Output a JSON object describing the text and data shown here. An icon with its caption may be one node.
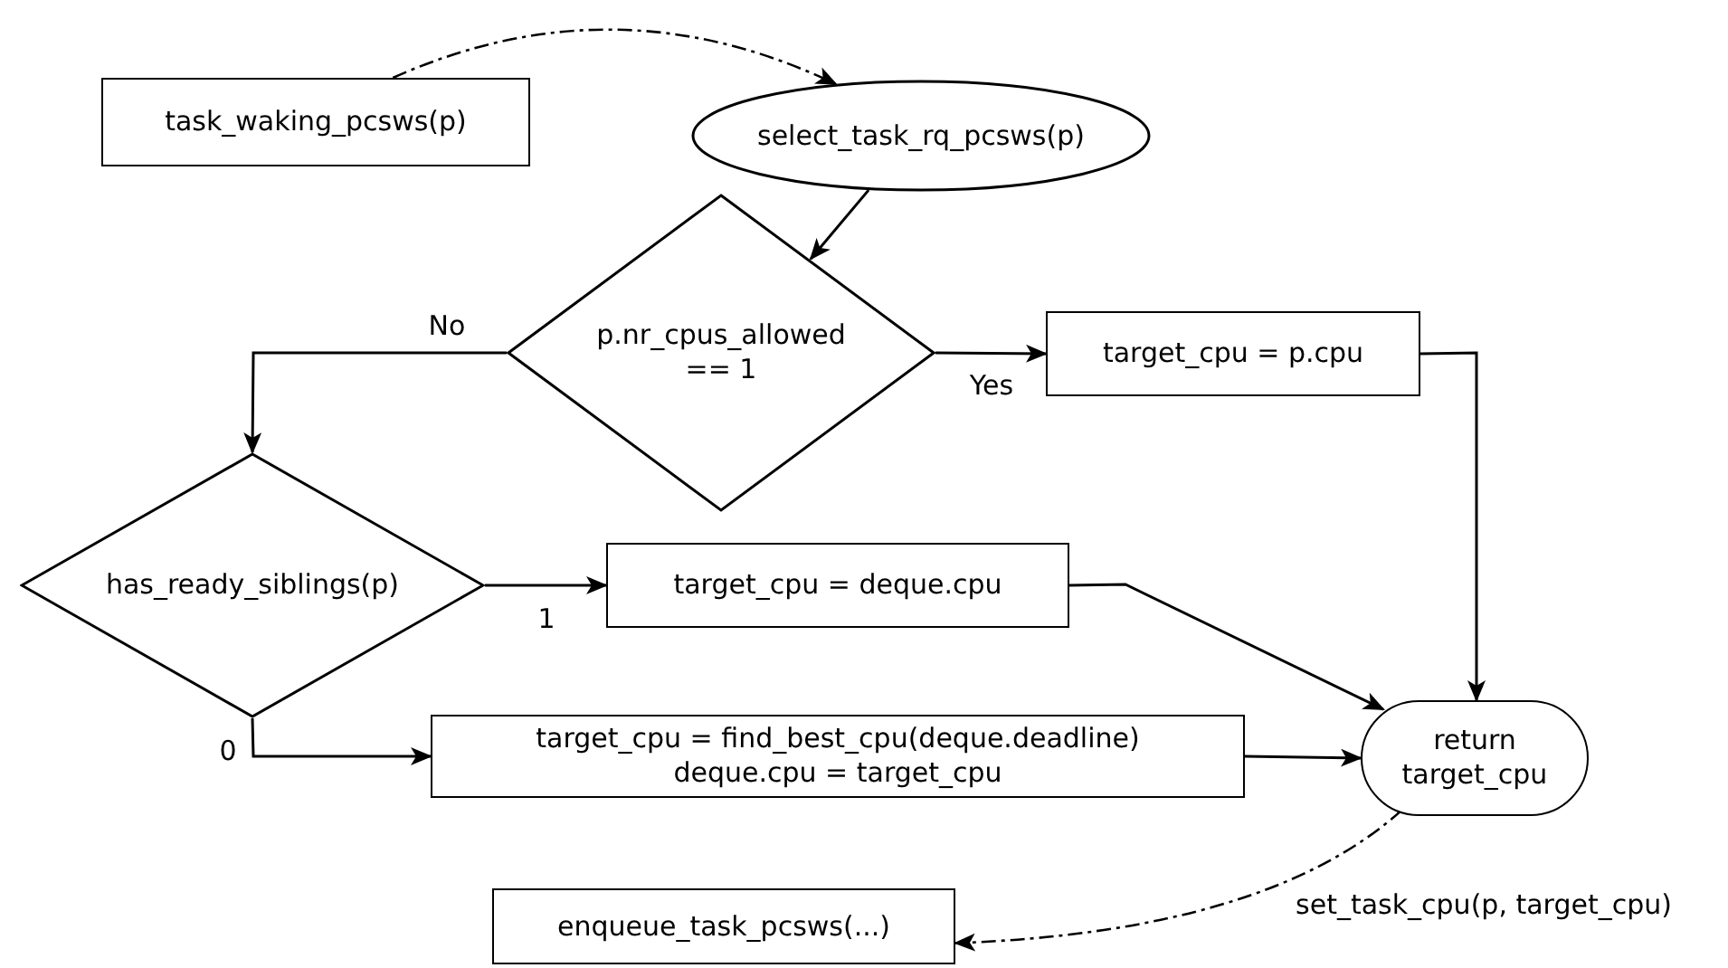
{
  "diagram": {
    "nodes": [
      {
        "text": [
          "task_waking_pcsws(p)"
        ]
      },
      {
        "text": [
          "select_task_rq_pcsws(p)"
        ]
      },
      {
        "text": [
          "p.nr_cpus_allowed == 1"
        ]
      },
      {
        "text": [
          "target_cpu = p.cpu"
        ]
      },
      {
        "text": [
          "has_ready_siblings(p)"
        ]
      },
      {
        "text": [
          "target_cpu = deque.cpu"
        ]
      },
      {
        "text": [
          "target_cpu = find_best_cpu(deque.deadline)",
          "deque.cpu = target_cpu"
        ]
      },
      {
        "text": [
          "return target_cpu"
        ]
      },
      {
        "text": [
          "enqueue_task_pcsws(...)"
        ]
      }
    ],
    "edges": [
      {
        "from": 0,
        "to": 1,
        "arrow": "to",
        "style": "dashed"
      },
      {
        "from": 1,
        "to": 2,
        "arrow": "to"
      },
      {
        "from": 2,
        "to": 4,
        "arrow": "to",
        "label": "No"
      },
      {
        "from": 2,
        "to": 3,
        "arrow": "to",
        "label": "Yes"
      },
      {
        "from": 3,
        "to": 7,
        "arrow": "to"
      },
      {
        "from": 4,
        "to": 5,
        "arrow": "to",
        "label": "1"
      },
      {
        "from": 4,
        "to": 6,
        "arrow": "to",
        "label": "0"
      },
      {
        "from": 5,
        "to": 7,
        "arrow": "to"
      },
      {
        "from": 6,
        "to": 7,
        "arrow": "to"
      },
      {
        "from": 7,
        "to": 8,
        "arrow": "to",
        "style": "dashed",
        "label": "set_task_cpu(p, target_cpu)"
      }
    ]
  }
}
